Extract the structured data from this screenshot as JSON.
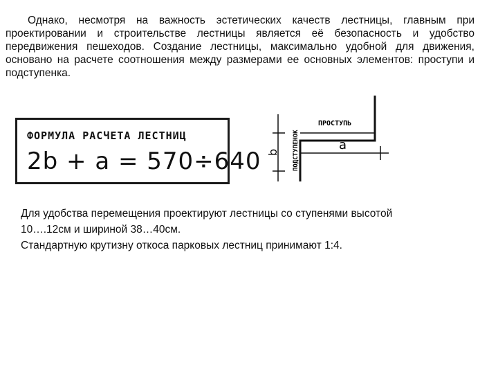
{
  "intro_text": "Однако, несмотря на важность эстетических качеств лестницы, главным при проектировании и строительстве лестницы является её безопасность и удобство передвижения пешеходов. Создание лестницы, максимально удобной для движения, основано на расчете соотношения между размерами ее основных элементов: проступи и подступенка.",
  "formula": {
    "title": "ФОРМУЛА РАСЧЕТА ЛЕСТНИЦ",
    "expression": "2b + a = 570÷640"
  },
  "diagram": {
    "tread_label": "ПРОСТУПЬ",
    "riser_label": "ПОДСТУПЕНОК",
    "tread_symbol": "a",
    "riser_symbol": "b"
  },
  "rules": [
    "Для удобства перемещения проектируют лестницы со ступенями высотой",
    "10….12см и шириной 38…40см.",
    "Стандартную крутизну откоса парковых лестниц принимают 1:4."
  ]
}
